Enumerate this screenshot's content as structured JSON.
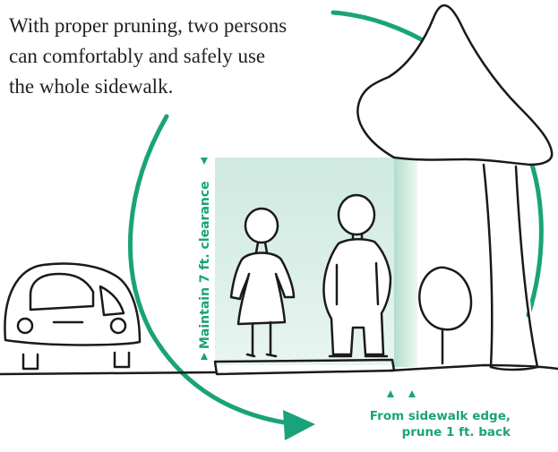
{
  "caption": {
    "lines": [
      "With proper pruning, two persons",
      "can comfortably and safely use",
      "the whole sidewalk."
    ]
  },
  "clearance_label": "Maintain 7 ft. clearance",
  "prune_note": {
    "lines": [
      "From sidewalk edge,",
      "prune 1 ft. back"
    ]
  },
  "colors": {
    "accent": "#1aa37a",
    "clearance_fill": "#cfe9df",
    "ink": "#1a1a1a"
  }
}
